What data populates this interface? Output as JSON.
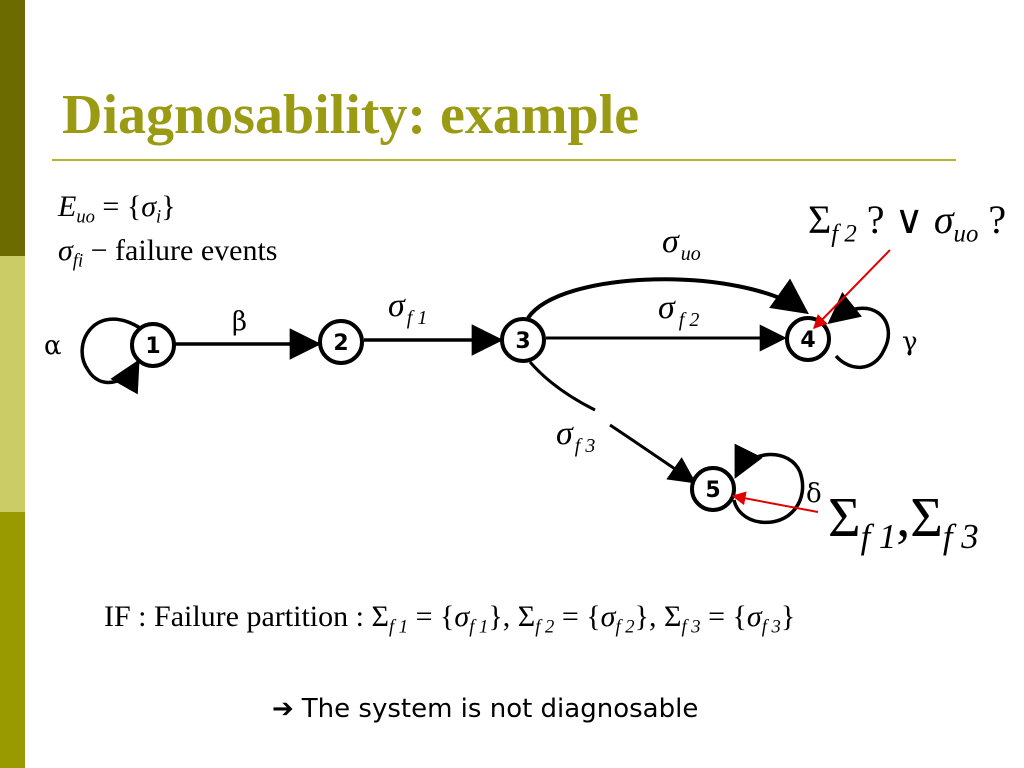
{
  "slide": {
    "title": "Diagnosability: example",
    "conclusion_arrow": "➔",
    "conclusion": "The system is not diagnosable"
  },
  "colors": {
    "title": "#9a9a13",
    "sidebar_top": "#6b6b00",
    "sidebar_mid": "#cccc66",
    "sidebar_bottom": "#999900",
    "rule": "#b4b434",
    "pointer": "#e00000"
  },
  "formulas": {
    "e_uo": {
      "lhs": "E",
      "lhs_sub": "uo",
      "eq": " = {",
      "sigma": "σ",
      "sigma_sub": "i",
      "close": "}"
    },
    "failure_events": {
      "sigma": "σ",
      "sigma_sub": "fi",
      "text": " − failure events"
    },
    "question": {
      "sym": "Σ",
      "sym_sub": "f 2",
      "q1": " ? ∨ ",
      "sigma": "σ",
      "sigma_sub": "uo",
      "q2": " ?"
    },
    "state5_label": {
      "s1": "Σ",
      "s1_sub": "f 1",
      "comma": ",",
      "s2": "Σ",
      "s2_sub": "f 3"
    },
    "if_line": {
      "prefix": "IF : Failure partition : ",
      "p1": "Σ",
      "p1_sub": "f 1",
      "p1_eq": " = {",
      "p1_sig": "σ",
      "p1_sig_sub": "f 1",
      "p1_close": "}, ",
      "p2": "Σ",
      "p2_sub": "f 2",
      "p2_eq": " = {",
      "p2_sig": "σ",
      "p2_sig_sub": "f 2",
      "p2_close": "}, ",
      "p3": "Σ",
      "p3_sub": "f 3",
      "p3_eq": " = {",
      "p3_sig": "σ",
      "p3_sig_sub": "f 3",
      "p3_close": "}"
    }
  },
  "diagram": {
    "nodes": [
      {
        "id": "1",
        "label": "1"
      },
      {
        "id": "2",
        "label": "2"
      },
      {
        "id": "3",
        "label": "3"
      },
      {
        "id": "4",
        "label": "4"
      },
      {
        "id": "5",
        "label": "5"
      }
    ],
    "edges": {
      "alpha": {
        "label": "α"
      },
      "beta": {
        "label": "β"
      },
      "sigma_f1": {
        "sigma": "σ",
        "sub": "f 1"
      },
      "sigma_uo": {
        "sigma": "σ",
        "sub": "uo"
      },
      "sigma_f2": {
        "sigma": "σ",
        "sub": "f 2"
      },
      "sigma_f3": {
        "sigma": "σ",
        "sub": "f 3"
      },
      "gamma": {
        "label": "γ"
      },
      "delta": {
        "label": "δ"
      }
    }
  }
}
